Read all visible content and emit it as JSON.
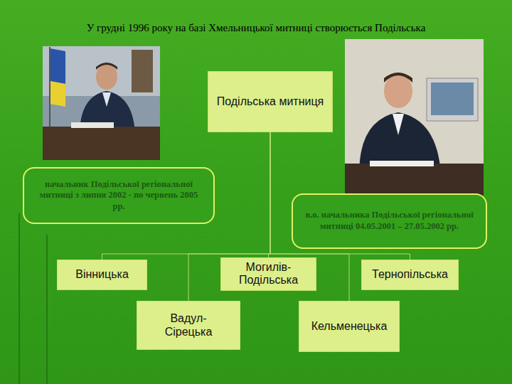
{
  "diagram": {
    "title": "У грудні 1996 року на базі Хмельницької митниці створюється Подільська",
    "nodes": [
      {
        "text": [
          "Подільська митниця"
        ]
      },
      {
        "text": [
          "начальник Подільської регіональної митниці з липня 2002 - по червень 2005 рр."
        ]
      },
      {
        "text": [
          "в.о. начальника Подільської регіональної митниці 04.05.2001 – 27.05.2002 рр."
        ]
      },
      {
        "text": [
          "Вінницька"
        ]
      },
      {
        "text": [
          "Могилів-Подільська"
        ]
      },
      {
        "text": [
          "Тернопільська"
        ]
      },
      {
        "text": [
          "Вадул-Сірецька"
        ]
      },
      {
        "text": [
          "Кельменецька"
        ]
      }
    ],
    "edges": [
      {
        "from": 0,
        "to": 3,
        "arrow": "none"
      },
      {
        "from": 0,
        "to": 4,
        "arrow": "none"
      },
      {
        "from": 0,
        "to": 5,
        "arrow": "none"
      },
      {
        "from": 0,
        "to": 6,
        "arrow": "none"
      },
      {
        "from": 0,
        "to": 7,
        "arrow": "none"
      }
    ]
  }
}
